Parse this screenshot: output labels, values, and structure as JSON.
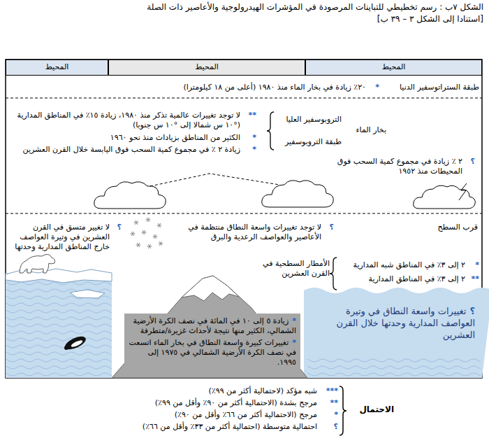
{
  "diagram": {
    "title": "الشكل ٧ب : رسم تخطيطي للتباينات المرصودة في المؤشرات الهيدرولوجية والأعاصير ذات الصلة",
    "nodes": [
      {
        "text": [
          "المحيط"
        ]
      },
      {
        "text": [
          "المحيط"
        ]
      },
      {
        "text": [
          "المحيط"
        ]
      },
      {
        "text": [
          "*",
          "زيادة ٥ إلى ١٠ في المائة في نصف الكرة الأرضية الشمالي، الكثير منها نتيجة لأحداث غزيرة/متطرفة",
          "*",
          "تغييرات كبيرة واسعة النطاق في بخار الماء اتسعت في نصف الكرة الأرضية الشمالي في ١٩٧٥ إلى ١٩٩٥."
        ]
      },
      {
        "text": [
          "؟",
          "تغييرات واسعة النطاق في وتيرة العواصف المدارية وحدتها خلال القرن العشرين"
        ]
      }
    ],
    "labels": [
      "[استنادا إلى الشكل ٣ – ٣٩ ب]",
      "طبقة الستراتوسفير الدنيا",
      "*",
      "٢٠٪ زيادة في بخار الماء منذ ١٩٨٠ (أعلى من ١٨ كيلومترا)",
      "بخار الماء",
      "التروبوسفير العليا",
      "طبقة التروبوسفير",
      "**",
      "لا توجد تغييرات عالمية تذكر منذ ١٩٨٠، زيادة ١٥٪ في المناطق المدارية (°١٠ س شمالا إلى °١٠ س جنوبا)",
      "*",
      "الكثير من المناطق بزيادات منذ نحو ١٩٦٠",
      "*",
      "زيادة ٢ ٪ في مجموع كمية السحب فوق اليابسة خلال القرن العشرين",
      "؟",
      "٢ ٪ زيادة في مجموع كمية السحب فوق المحيطات منذ ١٩٥٢",
      "قرب السطح",
      "؟",
      "لا توجد تغييرات واسعة النطاق منتظمة في الأعاصير والعواصف الرعدية والبرق",
      "؟",
      "لا تغيير متسق في القرن العشرين في وتيرة العواصف خارج المناطق المدارية وحدتها",
      "الأمطار السطحية في القرن العشرين",
      "*",
      "٢ إلى ٣٪ في المناطق شبه المدارية",
      "**",
      "٢ إلى ٣٪ في المناطق المدارية",
      "الاحتمال",
      "***",
      "**",
      "*",
      "؟"
    ],
    "legend": [
      {
        "text": "شبه مؤكد (لاحتمالية أكثر من ٩٩٪)"
      },
      {
        "text": "مرجح بشدة (الاحتمالية أكثر من ٩٠٪ وأقل من ٩٩٪)"
      },
      {
        "text": "مرجح (الاحتمالية أكثر من ٦٦٪ وأقل من ٩٠٪)"
      },
      {
        "text": "احتمالية متوسطة (احتمالية أكثر من ٣٣٪ وأقل من ٦٦٪)"
      }
    ]
  }
}
